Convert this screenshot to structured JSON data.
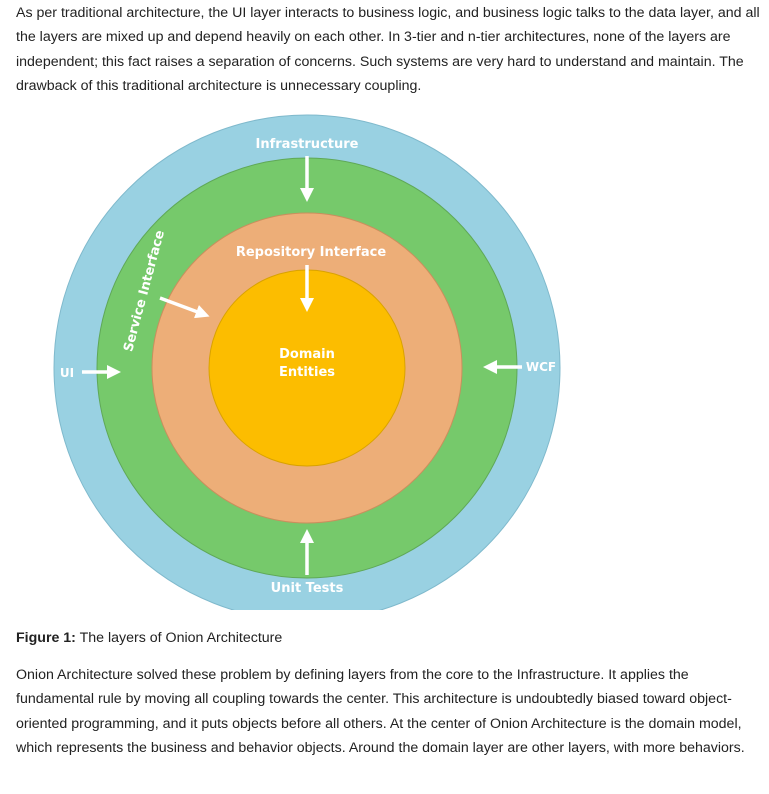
{
  "intro_paragraph": "As per traditional architecture, the UI layer interacts to business logic, and business logic talks to the data layer, and all the layers are mixed up and depend heavily on each other. In 3-tier and n-tier architectures, none of the layers are independent; this fact raises a separation of concerns. Such systems are very hard to understand and maintain. The drawback of this traditional architecture is unnecessary coupling.",
  "diagram": {
    "rings": [
      {
        "label": "Infrastructure",
        "color": "#99d1e2"
      },
      {
        "label": "Service Interface",
        "color": "#76c96b"
      },
      {
        "label": "Repository Interface",
        "color": "#edae78"
      },
      {
        "label": "Domain",
        "label2": "Entities",
        "color": "#fcbd00"
      }
    ],
    "side_labels": {
      "left": "UI",
      "right": "WCF",
      "bottom": "Unit Tests"
    }
  },
  "figure_caption": {
    "prefix": "Figure 1:",
    "text": " The layers of Onion Architecture"
  },
  "body_paragraph": "Onion Architecture solved these problem by defining layers from the core to the Infrastructure. It applies the fundamental rule by moving all coupling towards the center. This architecture is undoubtedly biased toward object-oriented programming, and it puts objects before all others. At the center of Onion Architecture is the domain model, which represents the business and behavior objects. Around the domain layer are other layers, with more behaviors."
}
